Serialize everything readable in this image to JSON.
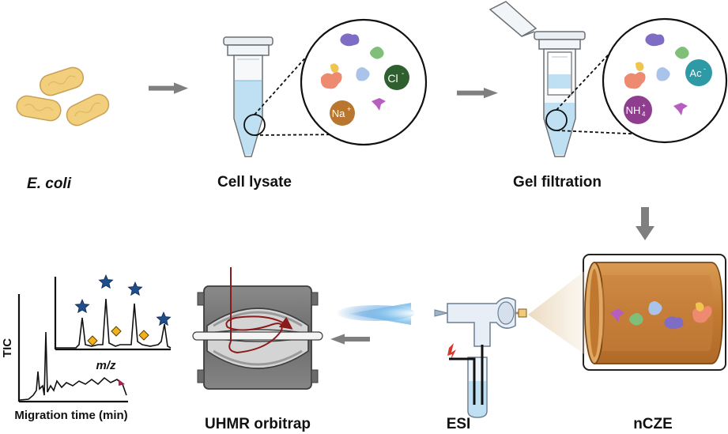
{
  "labels": {
    "ecoli": "E. coli",
    "lysate": "Cell lysate",
    "gel": "Gel filtration",
    "nsze": "nCZE",
    "esi": "ESI",
    "orbitrap": "UHMR orbitrap"
  },
  "ions": {
    "cl": "Cl",
    "cl_charge": "-",
    "na": "Na",
    "na_charge": "+",
    "ac": "Ac",
    "ac_charge": "-",
    "nh4": "NH",
    "nh4_sub": "4",
    "nh4_charge": "+"
  },
  "plot": {
    "y_axis": "TIC",
    "x_axis": "Migration time (min)",
    "inset_axis": "m/z"
  },
  "colors": {
    "arrow": "#7f7f7f",
    "tube_liquid": "#bfe0f2",
    "bacteria": "#f1cf7d",
    "capillary": "#c9823e",
    "star": "#1f4e8c",
    "diamond": "#f3b21b",
    "chloride": "#2f5f2e",
    "sodium": "#b8762f",
    "acetate": "#2d9aa6",
    "ammonium": "#8f3d8e",
    "ion_path": "#8b1a1a"
  }
}
